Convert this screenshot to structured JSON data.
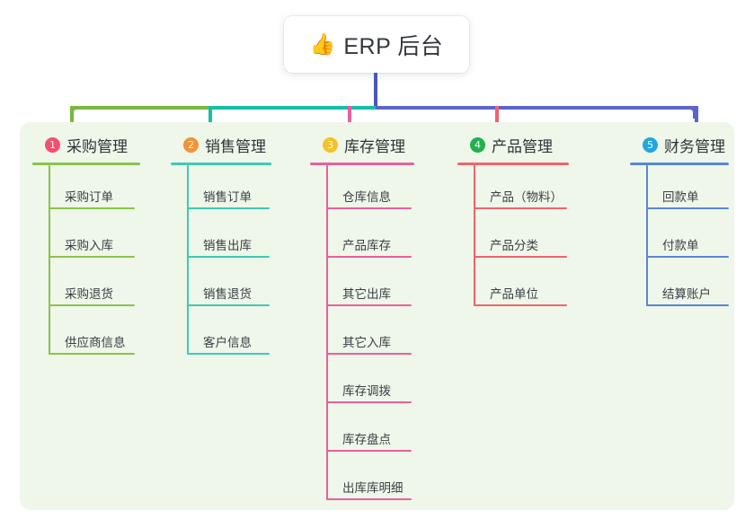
{
  "root": {
    "icon": "thumbs-up-icon",
    "icon_glyph": "👍",
    "title": "ERP 后台"
  },
  "colors": {
    "panel_bg": "#eef7e9",
    "root_stem": "#4a57bd",
    "bus_left": "#79b83f",
    "bus_mid": "#17bfa8",
    "bus_right": "#5966cd"
  },
  "columns": [
    {
      "index": "1",
      "title": "采购管理",
      "badge_color": "#f4506c",
      "line_color": "#8bc34a",
      "items": [
        "采购订单",
        "采购入库",
        "采购退货",
        "供应商信息"
      ]
    },
    {
      "index": "2",
      "title": "销售管理",
      "badge_color": "#f59235",
      "line_color": "#3fc9b4",
      "items": [
        "销售订单",
        "销售出库",
        "销售退货",
        "客户信息"
      ]
    },
    {
      "index": "3",
      "title": "库存管理",
      "badge_color": "#f5c326",
      "line_color": "#ea5f9e",
      "items": [
        "仓库信息",
        "产品库存",
        "其它出库",
        "其它入库",
        "库存调拨",
        "库存盘点",
        "出库库明细"
      ]
    },
    {
      "index": "4",
      "title": "产品管理",
      "badge_color": "#22b14c",
      "line_color": "#f0636b",
      "items": [
        "产品（物料）",
        "产品分类",
        "产品单位"
      ]
    },
    {
      "index": "5",
      "title": "财务管理",
      "badge_color": "#23a6e0",
      "line_color": "#5b86d8",
      "items": [
        "回款单",
        "付款单",
        "结算账户"
      ]
    }
  ]
}
